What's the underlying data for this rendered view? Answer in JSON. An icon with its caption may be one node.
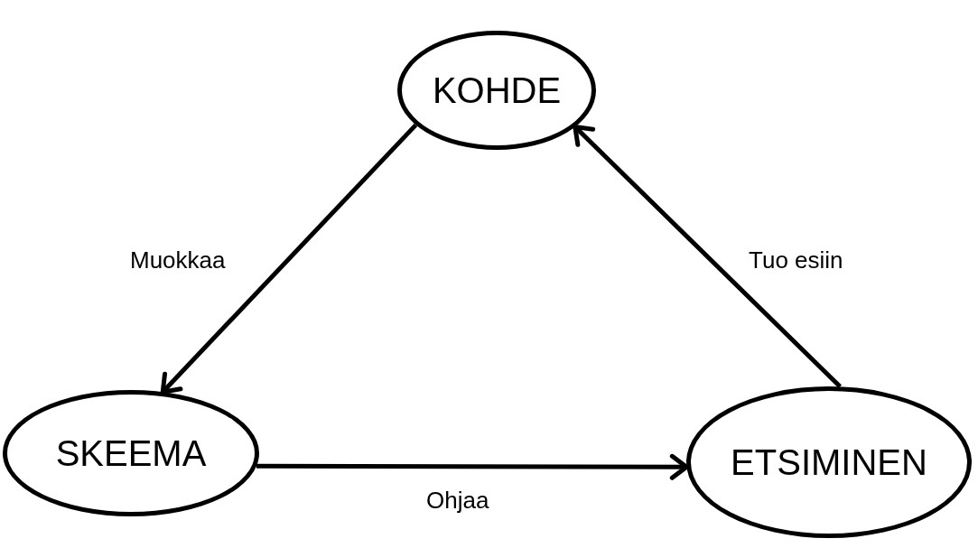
{
  "diagram": {
    "nodes": [
      {
        "text": [
          "KOHDE"
        ]
      },
      {
        "text": [
          "SKEEMA"
        ]
      },
      {
        "text": [
          "ETSIMINEN"
        ]
      }
    ],
    "edges": [
      {
        "from": 0,
        "to": 1,
        "arrow": "to",
        "label": "Muokkaa"
      },
      {
        "from": 1,
        "to": 2,
        "arrow": "to",
        "label": "Ohjaa"
      },
      {
        "from": 2,
        "to": 0,
        "arrow": "to",
        "label": "Tuo esiin"
      }
    ]
  }
}
